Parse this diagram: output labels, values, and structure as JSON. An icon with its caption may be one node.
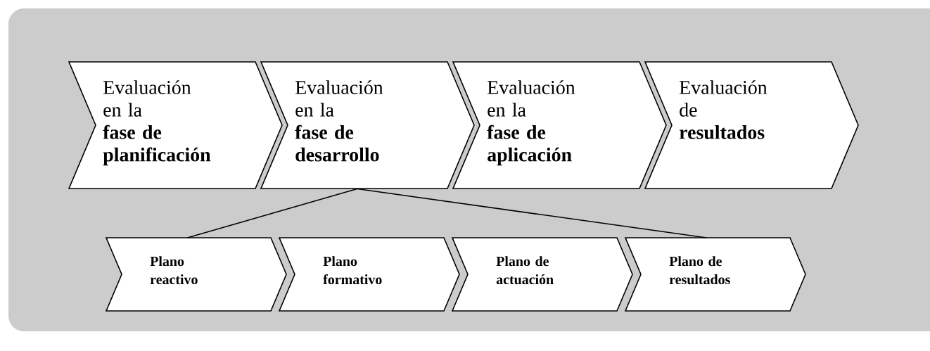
{
  "diagram": {
    "nodes": [
      {
        "text": [
          "Evaluación en la **fase de planificación**"
        ]
      },
      {
        "text": [
          "Evaluación en la **fase de desarrollo**"
        ]
      },
      {
        "text": [
          "Evaluación en la **fase de aplicación**"
        ]
      },
      {
        "text": [
          "Evaluación de **resultados**"
        ]
      },
      {
        "text": [
          "Plano reactivo"
        ]
      },
      {
        "text": [
          "Plano formativo"
        ]
      },
      {
        "text": [
          "Plano de actuación"
        ]
      },
      {
        "text": [
          "Plano de resultados"
        ]
      }
    ],
    "edges": [
      {
        "from": 1,
        "to": 4,
        "arrow": "none"
      },
      {
        "from": 1,
        "to": 7,
        "arrow": "none"
      }
    ]
  }
}
